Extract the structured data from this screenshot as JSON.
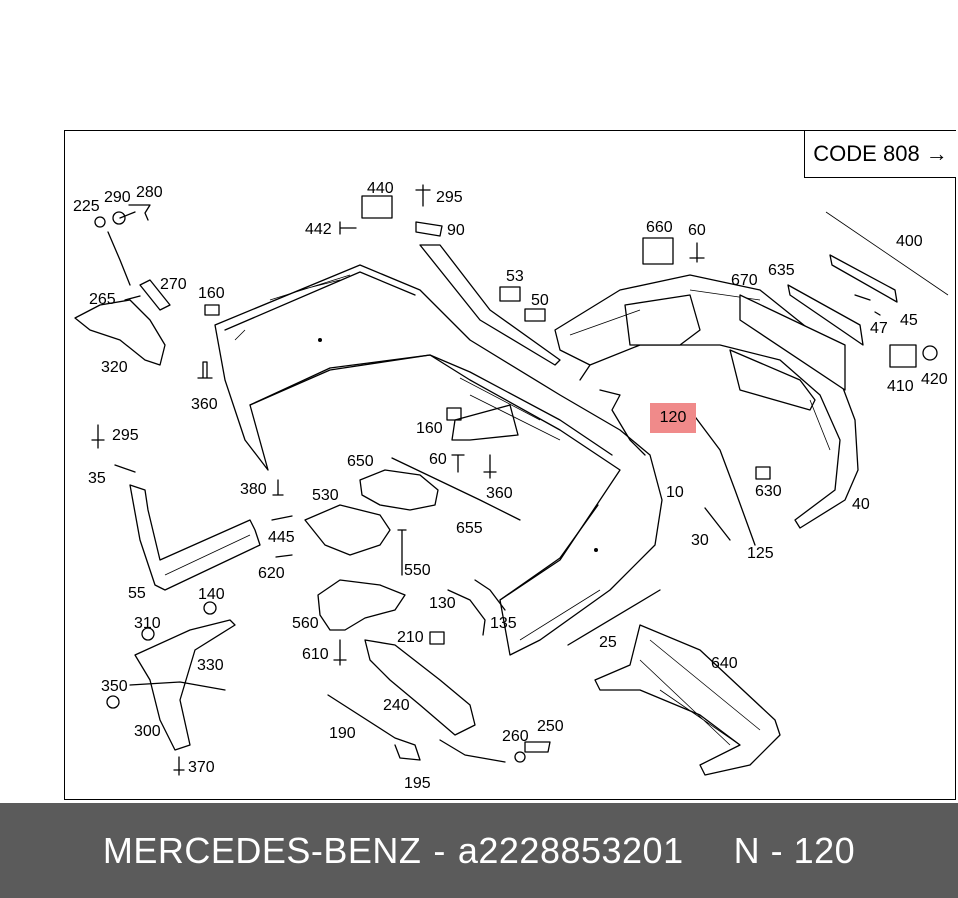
{
  "code_box": {
    "label": "CODE 808",
    "arrow": "→"
  },
  "highlight": {
    "label": "120",
    "color": "#f08a8a"
  },
  "callouts": [
    {
      "id": "c225",
      "text": "225"
    },
    {
      "id": "c290",
      "text": "290"
    },
    {
      "id": "c280",
      "text": "280"
    },
    {
      "id": "c440",
      "text": "440"
    },
    {
      "id": "c295a",
      "text": "295"
    },
    {
      "id": "c442",
      "text": "442"
    },
    {
      "id": "c90",
      "text": "90"
    },
    {
      "id": "c660",
      "text": "660"
    },
    {
      "id": "c60a",
      "text": "60"
    },
    {
      "id": "c400",
      "text": "400"
    },
    {
      "id": "c270",
      "text": "270"
    },
    {
      "id": "c265",
      "text": "265"
    },
    {
      "id": "c160a",
      "text": "160"
    },
    {
      "id": "c53",
      "text": "53"
    },
    {
      "id": "c50",
      "text": "50"
    },
    {
      "id": "c670",
      "text": "670"
    },
    {
      "id": "c635",
      "text": "635"
    },
    {
      "id": "c47",
      "text": "47"
    },
    {
      "id": "c45",
      "text": "45"
    },
    {
      "id": "c320",
      "text": "320"
    },
    {
      "id": "c360a",
      "text": "360"
    },
    {
      "id": "c410",
      "text": "410"
    },
    {
      "id": "c420",
      "text": "420"
    },
    {
      "id": "c295b",
      "text": "295"
    },
    {
      "id": "c160b",
      "text": "160"
    },
    {
      "id": "c35",
      "text": "35"
    },
    {
      "id": "c650",
      "text": "650"
    },
    {
      "id": "c60b",
      "text": "60"
    },
    {
      "id": "c360b",
      "text": "360"
    },
    {
      "id": "c380",
      "text": "380"
    },
    {
      "id": "c530",
      "text": "530"
    },
    {
      "id": "c10",
      "text": "10"
    },
    {
      "id": "c630",
      "text": "630"
    },
    {
      "id": "c40",
      "text": "40"
    },
    {
      "id": "c445",
      "text": "445"
    },
    {
      "id": "c655",
      "text": "655"
    },
    {
      "id": "c30",
      "text": "30"
    },
    {
      "id": "c125",
      "text": "125"
    },
    {
      "id": "c620",
      "text": "620"
    },
    {
      "id": "c550",
      "text": "550"
    },
    {
      "id": "c55",
      "text": "55"
    },
    {
      "id": "c140",
      "text": "140"
    },
    {
      "id": "c130",
      "text": "130"
    },
    {
      "id": "c310",
      "text": "310"
    },
    {
      "id": "c560",
      "text": "560"
    },
    {
      "id": "c135",
      "text": "135"
    },
    {
      "id": "c25",
      "text": "25"
    },
    {
      "id": "c640",
      "text": "640"
    },
    {
      "id": "c330",
      "text": "330"
    },
    {
      "id": "c610",
      "text": "610"
    },
    {
      "id": "c210",
      "text": "210"
    },
    {
      "id": "c350",
      "text": "350"
    },
    {
      "id": "c240",
      "text": "240"
    },
    {
      "id": "c300",
      "text": "300"
    },
    {
      "id": "c190",
      "text": "190"
    },
    {
      "id": "c250",
      "text": "250"
    },
    {
      "id": "c260",
      "text": "260"
    },
    {
      "id": "c370",
      "text": "370"
    },
    {
      "id": "c195",
      "text": "195"
    }
  ],
  "footer": {
    "brand": "MERCEDES-BENZ",
    "dash": "-",
    "part_number": "a2228853201",
    "position": "N - 120"
  }
}
